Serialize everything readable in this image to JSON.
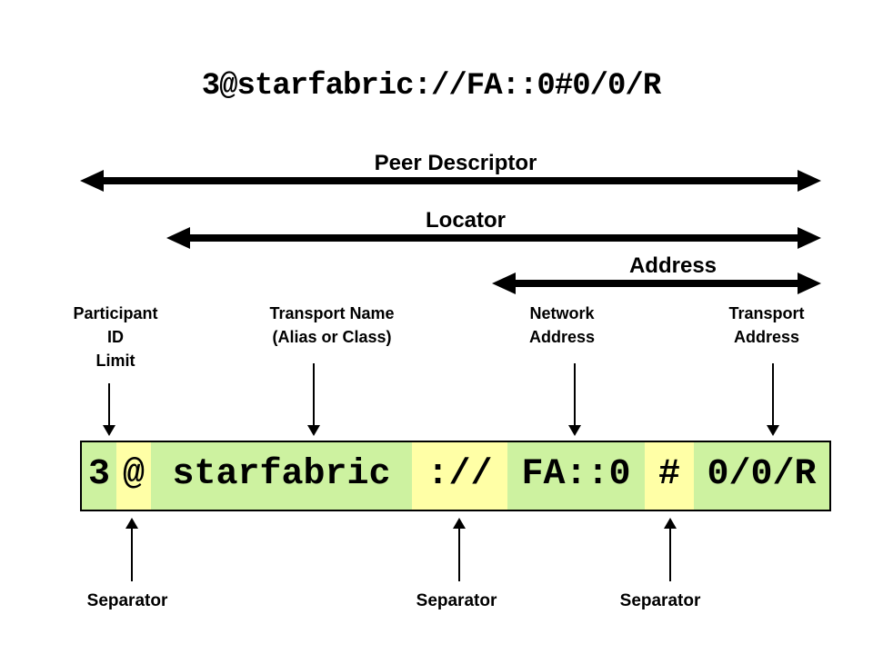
{
  "title": "3@starfabric://FA::0#0/0/R",
  "colors": {
    "segment_green": "#cdf2a0",
    "segment_yellow": "#ffffa6",
    "arrow_black": "#000000"
  },
  "section_arrows": {
    "peer_descriptor": {
      "label": "Peer Descriptor"
    },
    "locator": {
      "label": "Locator"
    },
    "address": {
      "label": "Address"
    }
  },
  "field_labels": {
    "participant": {
      "lines": [
        "Participant",
        "ID",
        "Limit"
      ]
    },
    "transport_name": {
      "lines": [
        "Transport Name",
        "(Alias or Class)"
      ]
    },
    "network_address": {
      "lines": [
        "Network",
        "Address"
      ]
    },
    "transport_address": {
      "lines": [
        "Transport",
        "Address"
      ]
    }
  },
  "bar": {
    "segments": [
      {
        "text": "3",
        "color": "segment_green"
      },
      {
        "text": "@",
        "color": "segment_yellow"
      },
      {
        "text": "starfabric",
        "color": "segment_green"
      },
      {
        "text": "://",
        "color": "segment_yellow"
      },
      {
        "text": "FA::0",
        "color": "segment_green"
      },
      {
        "text": "#",
        "color": "segment_yellow"
      },
      {
        "text": "0/0/R",
        "color": "segment_green"
      }
    ]
  },
  "separators": {
    "label_1": "Separator",
    "label_2": "Separator",
    "label_3": "Separator"
  }
}
